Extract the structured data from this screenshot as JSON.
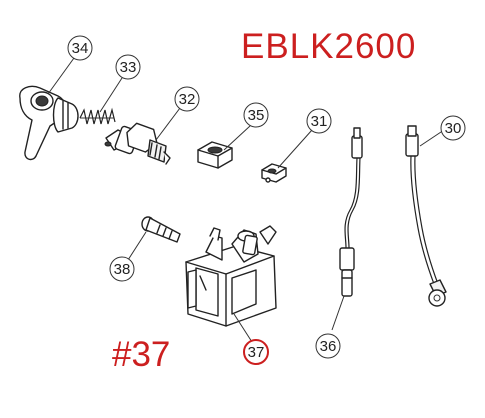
{
  "title": "EBLK2600",
  "highlight_label": "#37",
  "highlight_callout": "37",
  "callouts": [
    {
      "id": "callout-34",
      "label": "34"
    },
    {
      "id": "callout-33",
      "label": "33"
    },
    {
      "id": "callout-32",
      "label": "32"
    },
    {
      "id": "callout-35",
      "label": "35"
    },
    {
      "id": "callout-31",
      "label": "31"
    },
    {
      "id": "callout-30",
      "label": "30"
    },
    {
      "id": "callout-38",
      "label": "38"
    },
    {
      "id": "callout-37",
      "label": "37"
    },
    {
      "id": "callout-36",
      "label": "36"
    }
  ],
  "colors": {
    "accent": "#cc1f1f",
    "line": "#222222",
    "background": "#ffffff"
  }
}
